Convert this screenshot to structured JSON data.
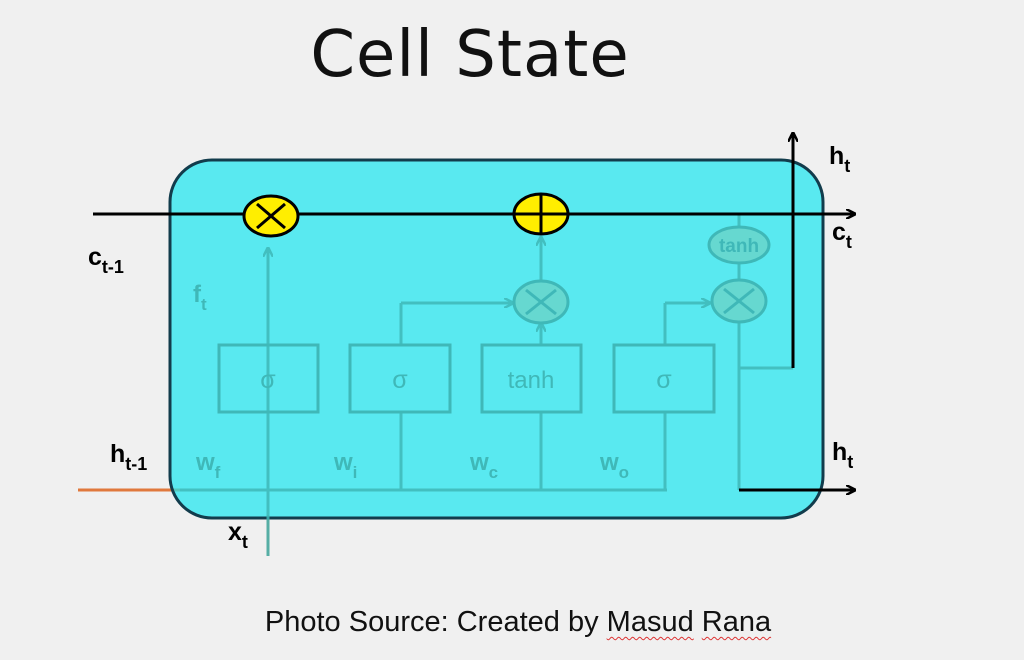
{
  "title": "Cell State",
  "caption": {
    "prefix": "Photo Source: Created by ",
    "first": "Masud",
    "space": " ",
    "last": "Rana"
  },
  "labels": {
    "c_prev": {
      "base": "c",
      "sub": "t-1"
    },
    "c_next": {
      "base": "c",
      "sub": "t"
    },
    "h_prev": {
      "base": "h",
      "sub": "t-1"
    },
    "h_top": {
      "base": "h",
      "sub": "t"
    },
    "h_right": {
      "base": "h",
      "sub": "t"
    },
    "x_in": {
      "base": "x",
      "sub": "t"
    },
    "f_t": {
      "base": "f",
      "sub": "t"
    },
    "w_f": {
      "base": "w",
      "sub": "f"
    },
    "w_i": {
      "base": "w",
      "sub": "i"
    },
    "w_c": {
      "base": "w",
      "sub": "c"
    },
    "w_o": {
      "base": "w",
      "sub": "o"
    }
  },
  "gates": {
    "forget": "σ",
    "input": "σ",
    "candidate": "tanh",
    "output": "σ",
    "cell_tanh": "tanh"
  },
  "colors": {
    "cell_fill": "#1ee6f0",
    "cell_border": "#123c4c",
    "gate_color": "#3fb8b8",
    "operator_fill": "#ffee00",
    "input_line": "#e0783c",
    "main_line": "#000000"
  }
}
